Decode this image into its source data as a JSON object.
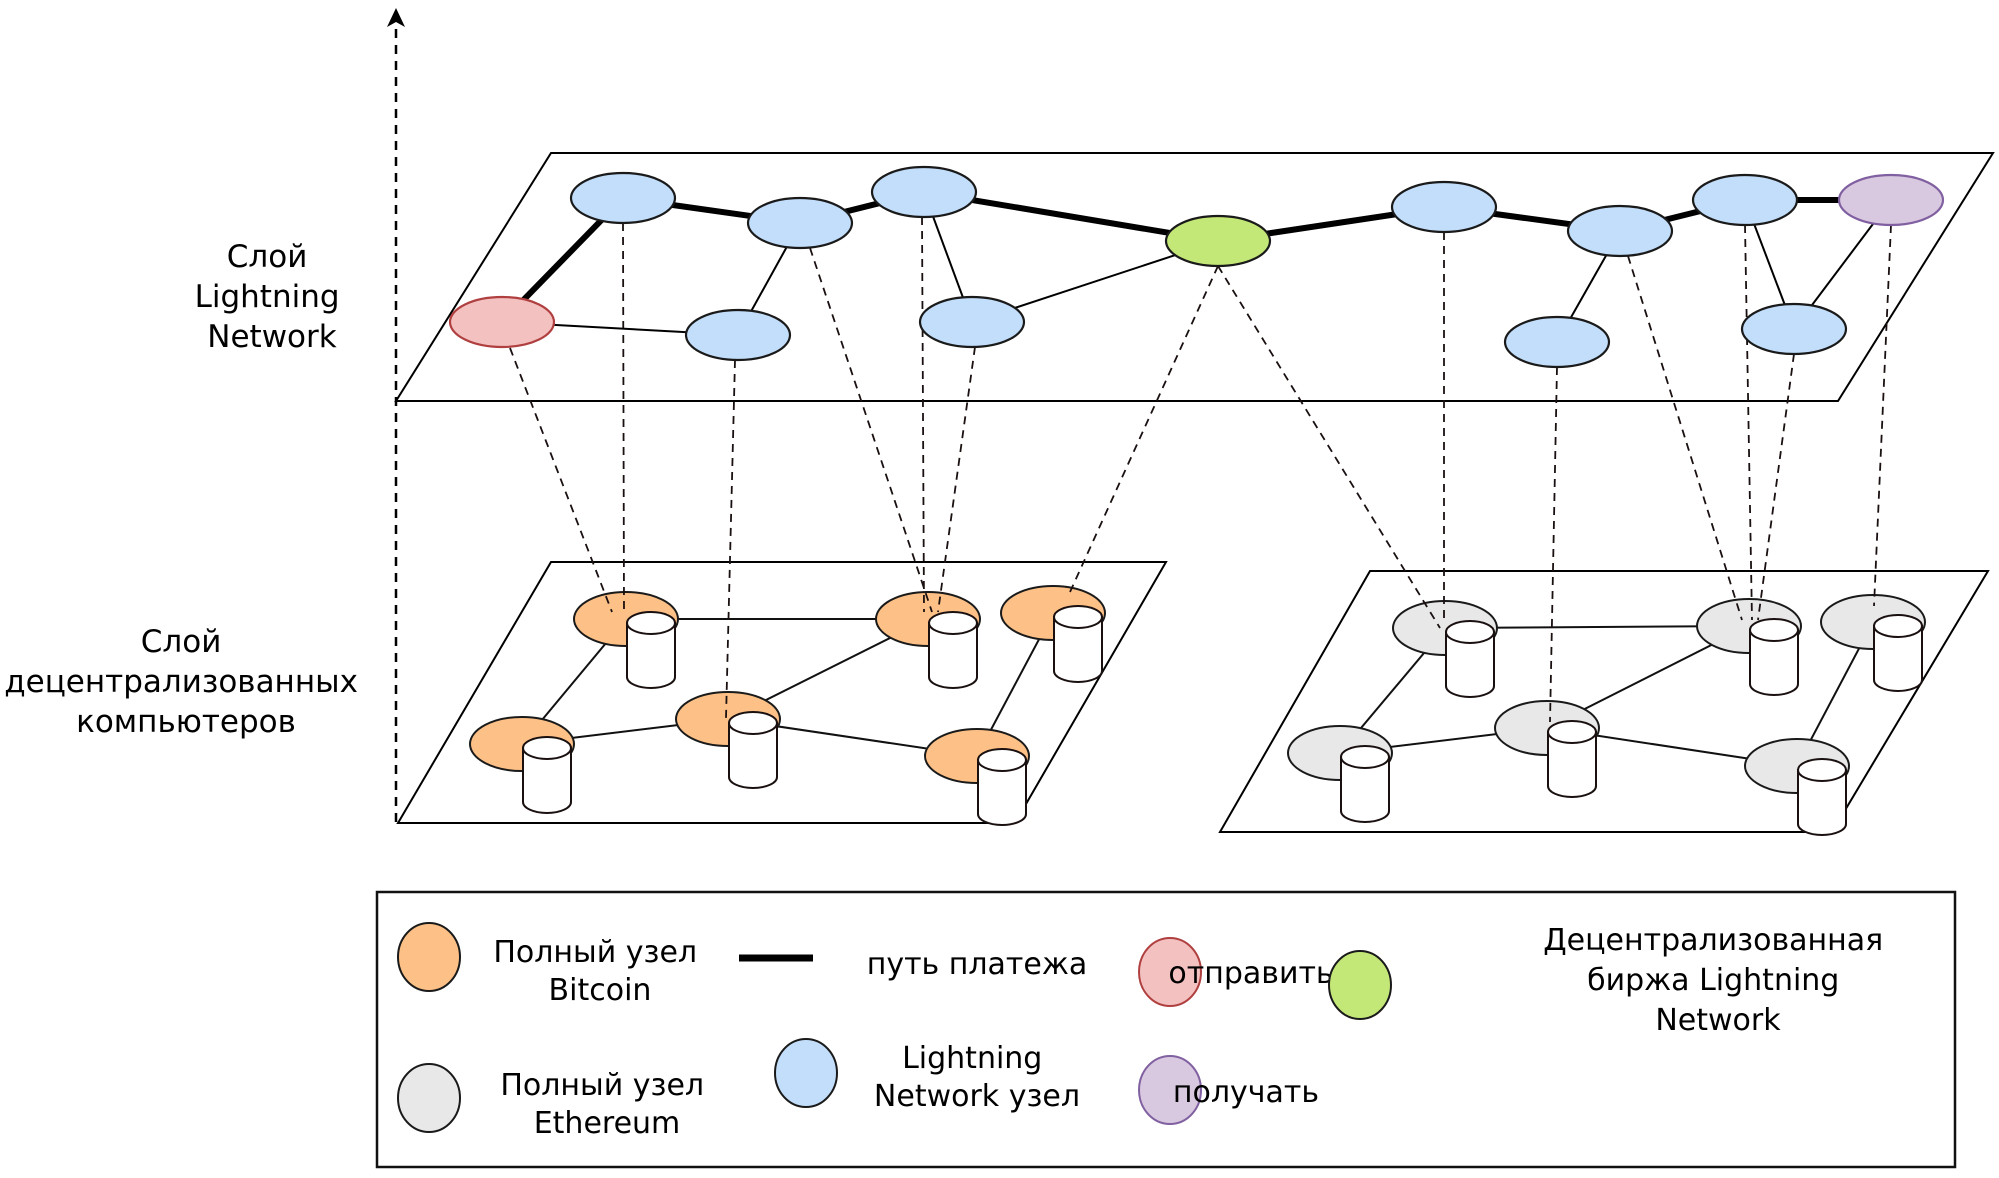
{
  "axis": {
    "label": ""
  },
  "layers": {
    "lightning": {
      "label_lines": [
        "Слой",
        "Lightning",
        "Network"
      ]
    },
    "computers": {
      "label_lines": [
        "Слой",
        "децентрализованных",
        "компьютеров"
      ]
    }
  },
  "colors": {
    "bitcoin": "#FDC187",
    "ethereum": "#E8E8E8",
    "lightning": "#C2DEFA",
    "sender": "#F4C1C1",
    "sender_stroke": "#B04040",
    "receiver": "#D8C8E0",
    "receiver_stroke": "#8060A0",
    "exchange": "#C4E878",
    "stroke": "#1a1a1a"
  },
  "top_nodes": [
    {
      "id": "A",
      "type": "lightning"
    },
    {
      "id": "B",
      "type": "lightning"
    },
    {
      "id": "C",
      "type": "lightning"
    },
    {
      "id": "D",
      "type": "sender"
    },
    {
      "id": "E",
      "type": "lightning"
    },
    {
      "id": "F",
      "type": "lightning"
    },
    {
      "id": "G",
      "type": "exchange"
    },
    {
      "id": "H",
      "type": "lightning"
    },
    {
      "id": "I",
      "type": "lightning"
    },
    {
      "id": "J",
      "type": "lightning"
    },
    {
      "id": "K",
      "type": "receiver"
    },
    {
      "id": "L",
      "type": "lightning"
    },
    {
      "id": "M",
      "type": "lightning"
    }
  ],
  "payment_path": [
    [
      "D",
      "A"
    ],
    [
      "A",
      "B"
    ],
    [
      "B",
      "C"
    ],
    [
      "C",
      "G"
    ],
    [
      "G",
      "H"
    ],
    [
      "H",
      "I"
    ],
    [
      "I",
      "J"
    ],
    [
      "J",
      "K"
    ]
  ],
  "channels": [
    [
      "D",
      "E"
    ],
    [
      "E",
      "B"
    ],
    [
      "C",
      "F"
    ],
    [
      "F",
      "G"
    ],
    [
      "I",
      "L"
    ],
    [
      "J",
      "M"
    ],
    [
      "M",
      "K"
    ]
  ],
  "bitcoin_nodes": [
    "P1",
    "P2",
    "P3",
    "P4",
    "P5",
    "P6"
  ],
  "bitcoin_links": [
    [
      "P1",
      "P2"
    ],
    [
      "P1",
      "P4"
    ],
    [
      "P4",
      "P5"
    ],
    [
      "P5",
      "P2"
    ],
    [
      "P5",
      "P6"
    ],
    [
      "P6",
      "P3"
    ]
  ],
  "ethereum_nodes": [
    "Q1",
    "Q2",
    "Q3",
    "Q4",
    "Q5",
    "Q6"
  ],
  "ethereum_links": [
    [
      "Q1",
      "Q2"
    ],
    [
      "Q1",
      "Q4"
    ],
    [
      "Q4",
      "Q5"
    ],
    [
      "Q5",
      "Q2"
    ],
    [
      "Q5",
      "Q6"
    ],
    [
      "Q6",
      "Q3"
    ]
  ],
  "mappings": [
    [
      "D",
      "P1"
    ],
    [
      "A",
      "P1"
    ],
    [
      "E",
      "P5"
    ],
    [
      "B",
      "P2"
    ],
    [
      "C",
      "P2"
    ],
    [
      "F",
      "P2"
    ],
    [
      "G",
      "P3"
    ],
    [
      "G",
      "Q1"
    ],
    [
      "H",
      "Q1"
    ],
    [
      "L",
      "Q5"
    ],
    [
      "I",
      "Q2"
    ],
    [
      "J",
      "Q2"
    ],
    [
      "M",
      "Q2"
    ],
    [
      "K",
      "Q3"
    ]
  ],
  "legend": {
    "bitcoin_node": [
      "Полный узел",
      "Bitcoin"
    ],
    "payment_path": [
      "путь платежа"
    ],
    "send": [
      "отправить"
    ],
    "exchange": [
      "Децентрализованная",
      "биржа Lightning",
      "Network"
    ],
    "ethereum_node": [
      "Полный узел",
      "Ethereum"
    ],
    "lightning_node": [
      "Lightning",
      "Network узел"
    ],
    "receive": [
      "получать"
    ]
  }
}
